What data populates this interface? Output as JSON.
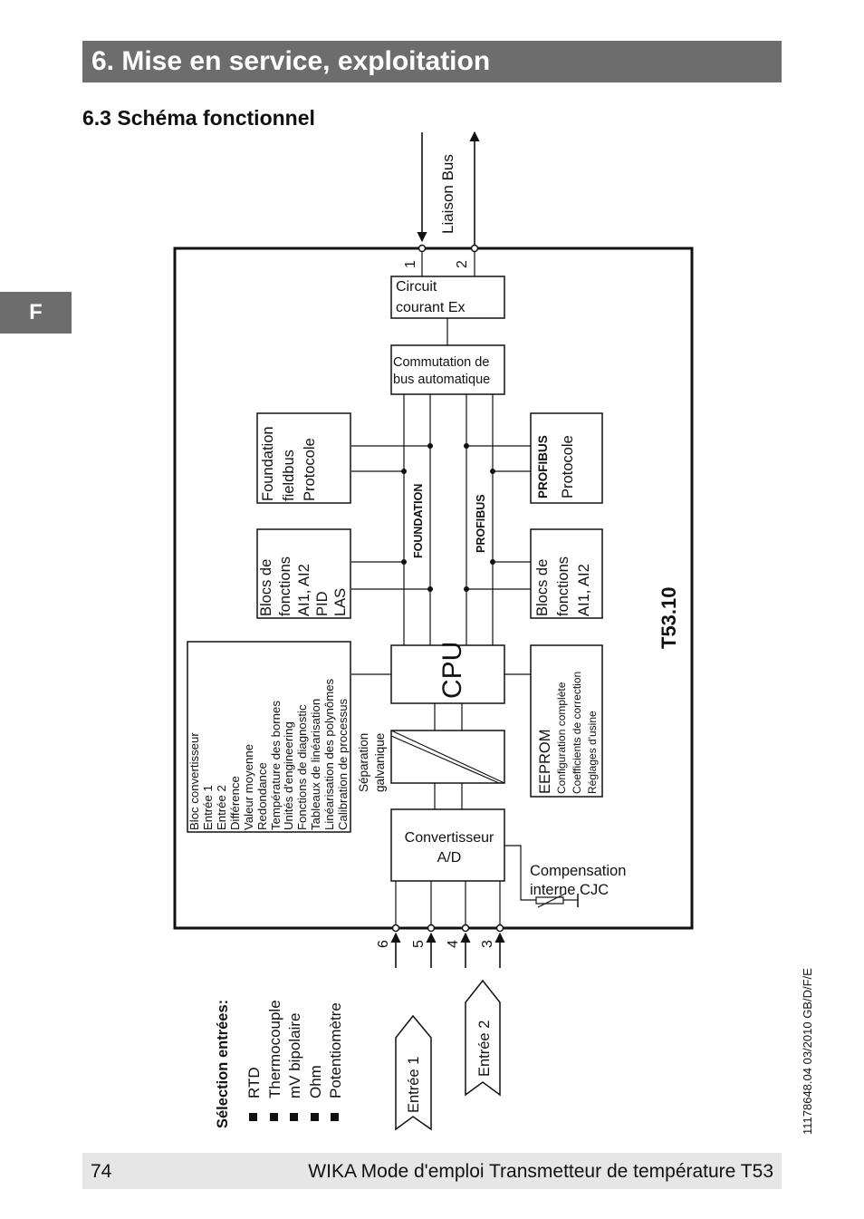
{
  "header": {
    "title": "6. Mise en service, exploitation"
  },
  "section": {
    "title": "6.3 Schéma fonctionnel"
  },
  "side_tab": {
    "label": "F"
  },
  "diagram": {
    "bus_label": "Liaison Bus",
    "bus_terminals": [
      "1",
      "2"
    ],
    "input_terminals": [
      "6",
      "5",
      "4",
      "3"
    ],
    "circuit": [
      "Circuit",
      "courant Ex"
    ],
    "commutation": [
      "Commutation de",
      "bus automatique"
    ],
    "foundation_block": [
      "Foundation",
      "fieldbus",
      "Protocole"
    ],
    "profibus_brand": "PROFIBUS",
    "profibus_protocol": "Protocole",
    "foundation_func_blocks": [
      "Blocs de",
      "fonctions",
      "AI1, AI2",
      "PID",
      "LAS"
    ],
    "profibus_func_blocks": [
      "Blocs de",
      "fonctions",
      "AI1, AI2"
    ],
    "foundation_bus_label": "FOUNDATION",
    "profibus_bus_label": "PROFIBUS",
    "model": "T53.10",
    "cpu": "CPU",
    "converter_block": [
      "Bloc convertisseur",
      "Entrée 1",
      "Entrée 2",
      "Différence",
      "Valeur moyenne",
      "Redondance",
      "Température des bornes",
      "Unités d'engineering",
      "Fonctions de diagnostic",
      "Tableaux de linéarisation",
      "Linéarisation des polynômes",
      "Calibration de processus"
    ],
    "eeprom_title": "EEPROM",
    "eeprom_items": [
      "Configuration complète",
      "Coefficients de correction",
      "Réglages d'usine"
    ],
    "separation": [
      "Séparation",
      "galvanique"
    ],
    "ad_converter": [
      "Convertisseur",
      "A/D"
    ],
    "cjc": [
      "Compensation",
      "interne CJC"
    ],
    "input_selection": {
      "title": "Sélection entrées:",
      "items": [
        "RTD",
        "Thermocouple",
        "mV bipolaire",
        "Ohm",
        "Potentiomètre"
      ]
    },
    "input1": "Entrée 1",
    "input2": "Entrée 2",
    "doc_code": "11178648.04 03/2010 GB/D/F/E"
  },
  "footer": {
    "page_number": "74",
    "text": "WIKA Mode d'emploi Transmetteur de température T53"
  }
}
